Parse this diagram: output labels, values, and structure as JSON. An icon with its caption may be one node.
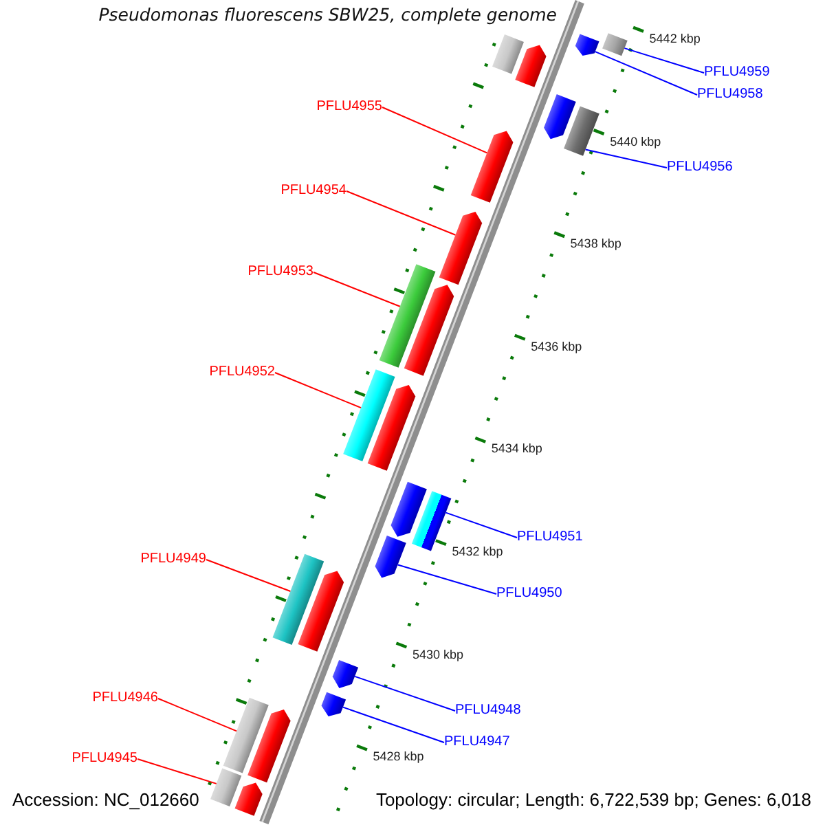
{
  "diagram": {
    "title": "Pseudomonas fluorescens SBW25, complete genome",
    "nodes": [
      {
        "text": [
          "PFLU4959"
        ]
      },
      {
        "text": [
          "PFLU4958"
        ]
      },
      {
        "text": [
          "PFLU4955"
        ]
      },
      {
        "text": [
          "PFLU4956"
        ]
      },
      {
        "text": [
          "PFLU4954"
        ]
      },
      {
        "text": [
          "PFLU4953"
        ]
      },
      {
        "text": [
          "PFLU4952"
        ]
      },
      {
        "text": [
          "PFLU4951"
        ]
      },
      {
        "text": [
          "PFLU4949"
        ]
      },
      {
        "text": [
          "PFLU4950"
        ]
      },
      {
        "text": [
          "PFLU4946"
        ]
      },
      {
        "text": [
          "PFLU4948"
        ]
      },
      {
        "text": [
          "PFLU4947"
        ]
      },
      {
        "text": [
          "PFLU4945"
        ]
      },
      {
        "text": [],
        "shape": "box"
      },
      {
        "text": [],
        "shape": "pentagon"
      },
      {
        "text": [],
        "shape": "pentagon"
      },
      {
        "text": [],
        "shape": "box"
      },
      {
        "text": [],
        "shape": "pentagon"
      },
      {
        "text": [],
        "shape": "box"
      },
      {
        "text": [],
        "shape": "pentagon"
      },
      {
        "text": [],
        "shape": "pentagon"
      },
      {
        "text": [],
        "shape": "box"
      },
      {
        "text": [],
        "shape": "pentagon"
      },
      {
        "text": [],
        "shape": "box"
      },
      {
        "text": [],
        "shape": "pentagon"
      },
      {
        "text": [],
        "shape": "pentagon"
      },
      {
        "text": [],
        "shape": "box"
      },
      {
        "text": [],
        "shape": "pentagon"
      },
      {
        "text": [],
        "shape": "box"
      },
      {
        "text": [],
        "shape": "pentagon"
      },
      {
        "text": [],
        "shape": "pentagon"
      },
      {
        "text": [],
        "shape": "pentagon"
      },
      {
        "text": [],
        "shape": "pentagon"
      },
      {
        "text": [],
        "shape": "box"
      },
      {
        "text": [],
        "shape": "pentagon"
      },
      {
        "text": [],
        "shape": "box"
      }
    ],
    "edges": [
      {
        "from": 0,
        "to": 14,
        "arrow": "none",
        "color": "#0000ff"
      },
      {
        "from": 1,
        "to": 15,
        "arrow": "none",
        "color": "#0000ff"
      },
      {
        "from": 2,
        "to": 20,
        "arrow": "none",
        "color": "#ff0000"
      },
      {
        "from": 3,
        "to": 19,
        "arrow": "none",
        "color": "#0000ff"
      },
      {
        "from": 4,
        "to": 21,
        "arrow": "none",
        "color": "#ff0000"
      },
      {
        "from": 5,
        "to": 22,
        "arrow": "none",
        "color": "#ff0000"
      },
      {
        "from": 6,
        "to": 24,
        "arrow": "none",
        "color": "#ff0000"
      },
      {
        "from": 7,
        "to": 27,
        "arrow": "none",
        "color": "#0000ff"
      },
      {
        "from": 8,
        "to": 29,
        "arrow": "none",
        "color": "#ff0000"
      },
      {
        "from": 9,
        "to": 28,
        "arrow": "none",
        "color": "#0000ff"
      },
      {
        "from": 10,
        "to": 34,
        "arrow": "none",
        "color": "#ff0000"
      },
      {
        "from": 11,
        "to": 31,
        "arrow": "none",
        "color": "#0000ff"
      },
      {
        "from": 12,
        "to": 32,
        "arrow": "none",
        "color": "#0000ff"
      },
      {
        "from": 13,
        "to": 36,
        "arrow": "none",
        "color": "#ff0000"
      }
    ],
    "labels": [
      "5442 kbp",
      "5440 kbp",
      "5438 kbp",
      "5436 kbp",
      "5434 kbp",
      "5432 kbp",
      "5430 kbp",
      "5428 kbp",
      "Accession: NC_012660",
      "Topology: circular; Length: 6,722,539 bp; Genes: 6,018"
    ]
  }
}
